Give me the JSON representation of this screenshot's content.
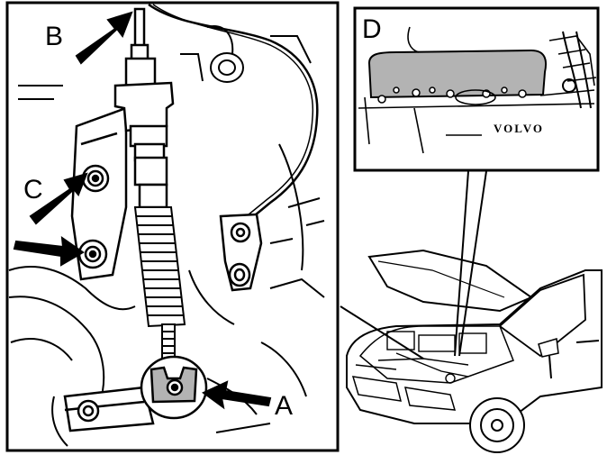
{
  "callouts": {
    "a": "A",
    "b": "B",
    "c": "C",
    "d": "D"
  },
  "inset": {
    "logo_text": "VOLVO"
  },
  "colors": {
    "ink": "#000000",
    "paper": "#ffffff",
    "highlight": "#b3b3b3"
  }
}
